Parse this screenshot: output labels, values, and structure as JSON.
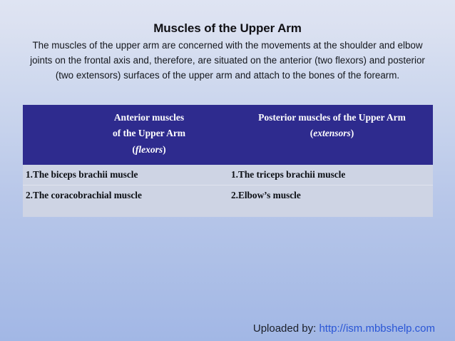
{
  "slide": {
    "title": "Muscles of the Upper Arm",
    "intro": "The muscles of the upper arm are concerned with the movements at the shoulder and elbow joints on the frontal axis and, therefore, are situated on the anterior (two flexors) and posterior (two extensors) surfaces of the upper arm and attach to the bones of the forearm.",
    "background_top_color": "#dfe4f3",
    "background_bottom_color": "#a2b7e5"
  },
  "table": {
    "header_background": "#2e2b8e",
    "header_text_color": "#ffffff",
    "body_background": "#ced4e4",
    "columns": [
      {
        "line1": "Anterior muscles",
        "line2": "of the Upper Arm",
        "line3_open": "(",
        "line3_italic": "flexors",
        "line3_close": ")"
      },
      {
        "line1": "Posterior muscles of the Upper Arm",
        "line2": "",
        "line3_open": "(",
        "line3_italic": "extensors",
        "line3_close": ")"
      }
    ],
    "rows": [
      {
        "left": "1.The biceps brachii muscle",
        "right": "1.The triceps brachii muscle"
      },
      {
        "left": "2.The coracobrachial muscle",
        "right": "2.Elbow’s muscle"
      }
    ]
  },
  "footer": {
    "label": "Uploaded by:",
    "url": "http://ism.mbbshelp.com",
    "url_color": "#2a56d6"
  }
}
